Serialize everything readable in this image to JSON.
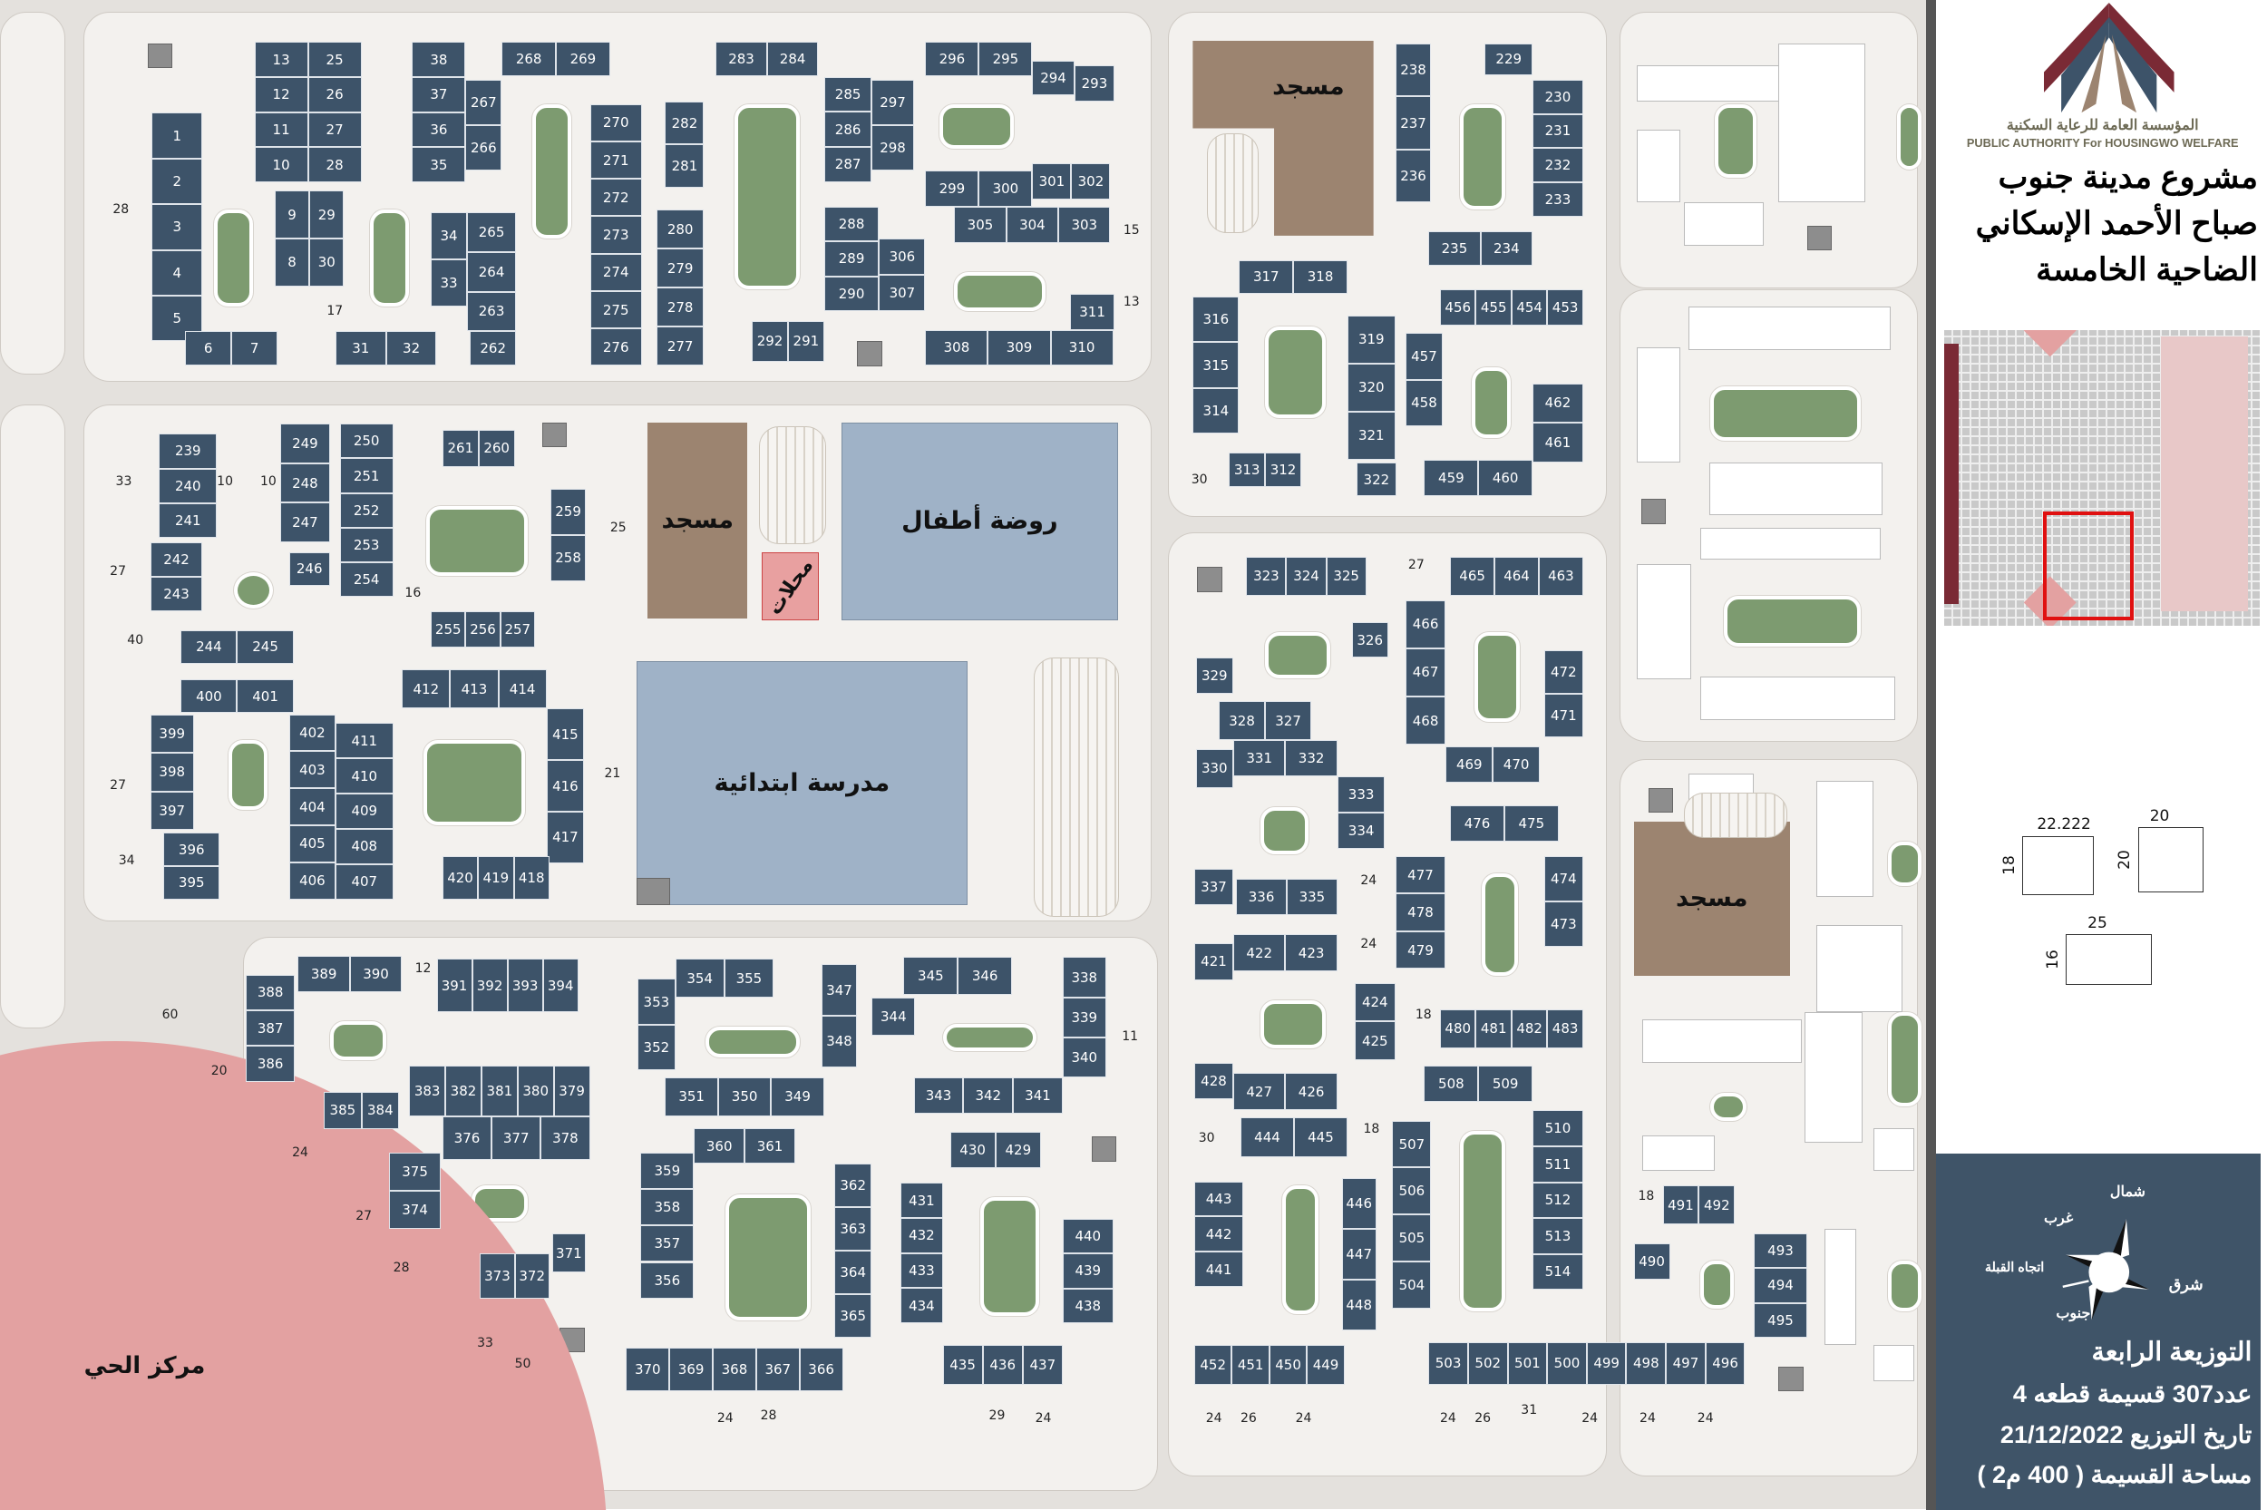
{
  "title": {
    "authority_ar": "المؤسسة العامة للرعاية السكنية",
    "authority_en": "PUBLIC AUTHORITY For HOUSINGWO WELFARE",
    "line1": "مشروع مدينة جنوب",
    "line2": "صباح الأحمد الإسكاني",
    "line3": "الضاحية الخامسة"
  },
  "legend": {
    "dims": [
      {
        "w": "22.222",
        "h": "18"
      },
      {
        "w": "20",
        "h": "20"
      },
      {
        "w": "25",
        "h": "16"
      }
    ]
  },
  "compass": {
    "north": "شمال",
    "west": "غرب",
    "east": "شرق",
    "south": "جنوب",
    "qibla": "اتجاه القبلة"
  },
  "info": {
    "distribution": "التوزيعة الرابعة",
    "count": "عدد307 قسيمة قطعه 4",
    "date": "تاريخ التوزيع 21/12/2022",
    "area": "مساحة القسيمة ( 400 م2 )"
  },
  "buildings": {
    "mosque": "مسجد",
    "shops": "محلات",
    "kindergarten": "روضة أطفال",
    "school": "مدرسة ابتدائية",
    "district_center": "مركز الحي"
  },
  "colors": {
    "plot": "#3d5369",
    "park": "#7d9b70",
    "mosque": "#9c8470",
    "kindergarten": "#9fb2c7",
    "center": "#e3a1a1",
    "highlight": "#e01010"
  },
  "plot_groups": [
    [
      "1",
      "2",
      "3",
      "4",
      "5"
    ],
    [
      "6",
      "7"
    ],
    [
      "13",
      "12",
      "11",
      "10"
    ],
    [
      "25",
      "26",
      "27",
      "28"
    ],
    [
      "9",
      "8"
    ],
    [
      "29",
      "30"
    ],
    [
      "31",
      "32"
    ],
    [
      "38",
      "37",
      "36",
      "35"
    ],
    [
      "268",
      "269"
    ],
    [
      "267",
      "266"
    ],
    [
      "34",
      "33"
    ],
    [
      "265",
      "264",
      "263"
    ],
    [
      "262"
    ],
    [
      "270",
      "271",
      "272",
      "273",
      "274",
      "275",
      "276"
    ],
    [
      "282",
      "281"
    ],
    [
      "280",
      "279",
      "278",
      "277"
    ],
    [
      "283",
      "284"
    ],
    [
      "285",
      "286",
      "287"
    ],
    [
      "297",
      "298"
    ],
    [
      "288",
      "289",
      "290"
    ],
    [
      "306",
      "307"
    ],
    [
      "292",
      "291"
    ],
    [
      "296",
      "295"
    ],
    [
      "294"
    ],
    [
      "293"
    ],
    [
      "299",
      "300"
    ],
    [
      "301",
      "302"
    ],
    [
      "305",
      "304",
      "303"
    ],
    [
      "311"
    ],
    [
      "308",
      "309",
      "310"
    ],
    [
      "239",
      "240",
      "241"
    ],
    [
      "242",
      "243"
    ],
    [
      "249",
      "248",
      "247"
    ],
    [
      "246"
    ],
    [
      "250",
      "251",
      "252",
      "253",
      "254"
    ],
    [
      "261",
      "260"
    ],
    [
      "259",
      "258"
    ],
    [
      "255",
      "256",
      "257"
    ],
    [
      "244",
      "245"
    ],
    [
      "400",
      "401"
    ],
    [
      "399",
      "398",
      "397"
    ],
    [
      "396",
      "395"
    ],
    [
      "402",
      "403",
      "404",
      "405",
      "406"
    ],
    [
      "411",
      "410",
      "409",
      "408",
      "407"
    ],
    [
      "412",
      "413",
      "414"
    ],
    [
      "415",
      "416",
      "417"
    ],
    [
      "420",
      "419",
      "418"
    ],
    [
      "389",
      "390"
    ],
    [
      "391",
      "392",
      "393",
      "394"
    ],
    [
      "388",
      "387",
      "386"
    ],
    [
      "385",
      "384"
    ],
    [
      "383",
      "382",
      "381",
      "380",
      "379"
    ],
    [
      "376",
      "377",
      "378"
    ],
    [
      "375",
      "374"
    ],
    [
      "373",
      "372"
    ],
    [
      "371"
    ],
    [
      "370",
      "369",
      "368",
      "367",
      "366"
    ],
    [
      "354",
      "355"
    ],
    [
      "353",
      "352"
    ],
    [
      "351",
      "350",
      "349"
    ],
    [
      "347",
      "348"
    ],
    [
      "344"
    ],
    [
      "345",
      "346"
    ],
    [
      "338",
      "339",
      "340"
    ],
    [
      "343",
      "342",
      "341"
    ],
    [
      "360",
      "361"
    ],
    [
      "359",
      "358",
      "357",
      "356"
    ],
    [
      "362",
      "363",
      "364",
      "365"
    ],
    [
      "430",
      "429"
    ],
    [
      "431",
      "432",
      "433",
      "434"
    ],
    [
      "440",
      "439",
      "438"
    ],
    [
      "435",
      "436",
      "437"
    ],
    [
      "238",
      "237",
      "236"
    ],
    [
      "229"
    ],
    [
      "230",
      "231",
      "232",
      "233"
    ],
    [
      "235",
      "234"
    ],
    [
      "317",
      "318"
    ],
    [
      "316",
      "315",
      "314"
    ],
    [
      "313",
      "312"
    ],
    [
      "319",
      "320",
      "321"
    ],
    [
      "322"
    ],
    [
      "456",
      "455",
      "454",
      "453"
    ],
    [
      "457",
      "458"
    ],
    [
      "462",
      "461"
    ],
    [
      "459",
      "460"
    ],
    [
      "323",
      "324",
      "325"
    ],
    [
      "326"
    ],
    [
      "465",
      "464",
      "463"
    ],
    [
      "466",
      "467",
      "468"
    ],
    [
      "472",
      "471"
    ],
    [
      "469",
      "470"
    ],
    [
      "329"
    ],
    [
      "328",
      "327"
    ],
    [
      "331",
      "332"
    ],
    [
      "330"
    ],
    [
      "333",
      "334"
    ],
    [
      "476",
      "475"
    ],
    [
      "477",
      "478",
      "479"
    ],
    [
      "474",
      "473"
    ],
    [
      "337"
    ],
    [
      "336",
      "335"
    ],
    [
      "421"
    ],
    [
      "422",
      "423"
    ],
    [
      "424",
      "425"
    ],
    [
      "480",
      "481",
      "482",
      "483"
    ],
    [
      "428"
    ],
    [
      "427",
      "426"
    ],
    [
      "444",
      "445"
    ],
    [
      "508",
      "509"
    ],
    [
      "507",
      "506",
      "505",
      "504"
    ],
    [
      "510",
      "511",
      "512",
      "513",
      "514"
    ],
    [
      "443",
      "442",
      "441"
    ],
    [
      "446",
      "447",
      "448"
    ],
    [
      "452",
      "451",
      "450",
      "449"
    ],
    [
      "503",
      "502",
      "501",
      "500",
      "499",
      "498",
      "497",
      "496"
    ],
    [
      "491",
      "492"
    ],
    [
      "490"
    ],
    [
      "493",
      "494",
      "495"
    ]
  ],
  "street_labels": [
    "28",
    "33",
    "27",
    "40",
    "27",
    "34",
    "60",
    "20",
    "24",
    "27",
    "28",
    "33",
    "50",
    "25",
    "21",
    "24",
    "28",
    "29",
    "24",
    "30",
    "27",
    "24",
    "24",
    "18",
    "18",
    "30",
    "24",
    "26",
    "24",
    "24",
    "26",
    "31",
    "24",
    "24",
    "24",
    "18",
    "16",
    "10",
    "10",
    "15",
    "13",
    "17",
    "12",
    "11"
  ]
}
